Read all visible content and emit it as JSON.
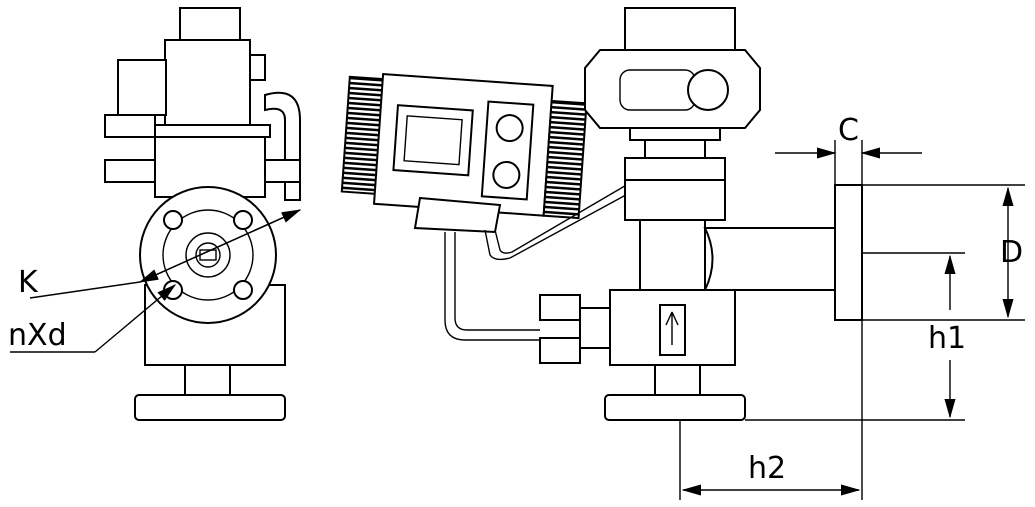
{
  "drawing": {
    "labels": {
      "k": "K",
      "nxd": "nXd",
      "c": "C",
      "d": "D",
      "h1": "h1",
      "h2": "h2"
    },
    "line_color": "#000000",
    "background": "#ffffff"
  }
}
